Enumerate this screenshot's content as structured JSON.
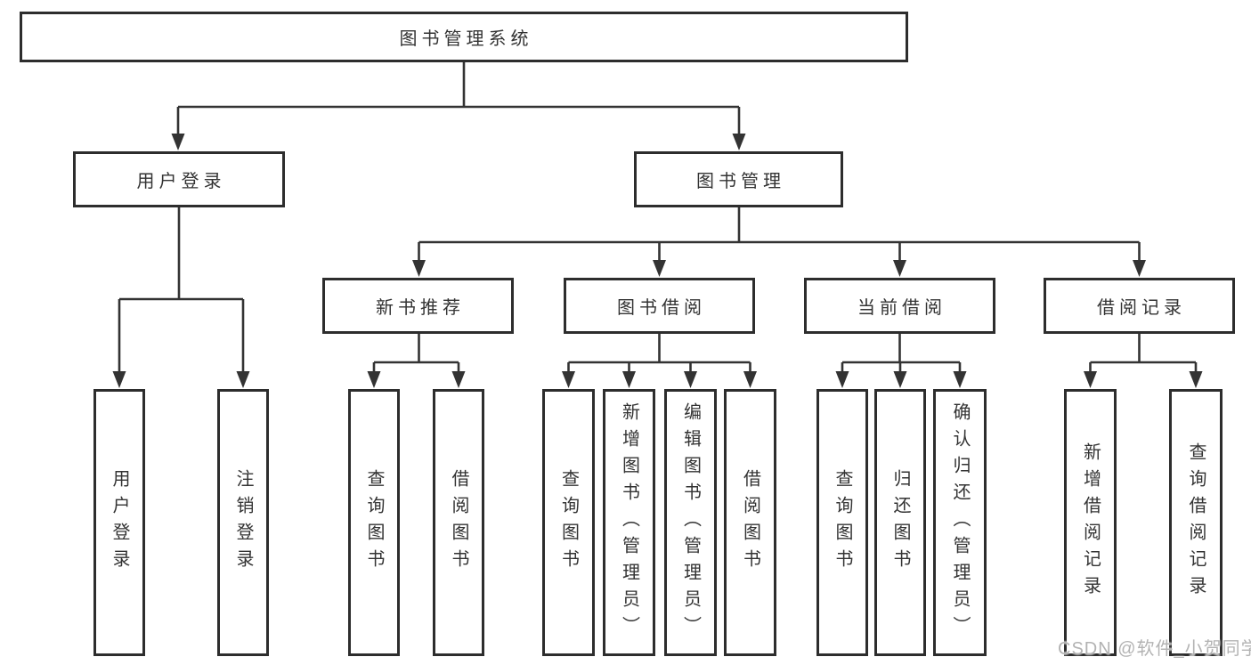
{
  "palette": {
    "background": "#ffffff",
    "line_color": "#333333",
    "box_border_color": "#2d2d2d",
    "text_color": "#333333",
    "watermark_color": "#b3b3b3"
  },
  "tree": {
    "root": {
      "label": "图书管理系统"
    },
    "branches": [
      {
        "label": "用户登录",
        "children": [
          {
            "label": "用户登录"
          },
          {
            "label": "注销登录"
          }
        ]
      },
      {
        "label": "图书管理",
        "groups": [
          {
            "label": "新书推荐",
            "children": [
              {
                "label": "查询图书"
              },
              {
                "label": "借阅图书"
              }
            ]
          },
          {
            "label": "图书借阅",
            "children": [
              {
                "label": "查询图书"
              },
              {
                "label": "新增图书（管理员）"
              },
              {
                "label": "编辑图书（管理员）"
              },
              {
                "label": "借阅图书"
              }
            ]
          },
          {
            "label": "当前借阅",
            "children": [
              {
                "label": "查询图书"
              },
              {
                "label": "归还图书"
              },
              {
                "label": "确认归还（管理员）"
              }
            ]
          },
          {
            "label": "借阅记录",
            "children": [
              {
                "label": "新增借阅记录"
              },
              {
                "label": "查询借阅记录"
              }
            ]
          }
        ]
      }
    ]
  },
  "watermark": {
    "text": "CSDN @软件_小贺同学"
  }
}
